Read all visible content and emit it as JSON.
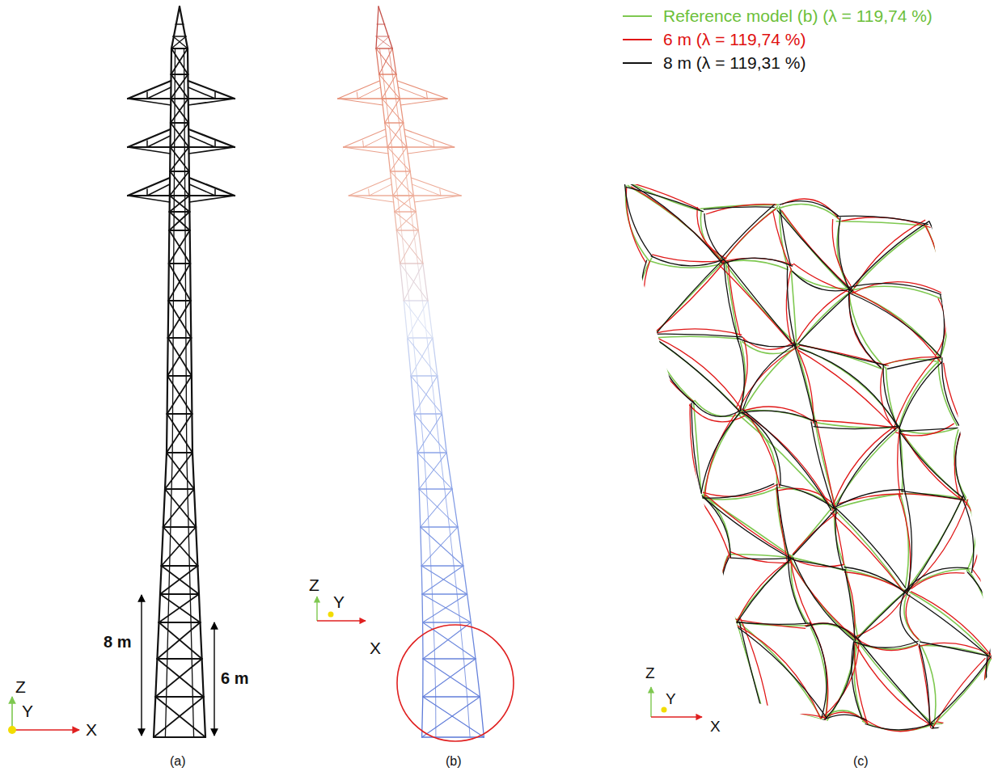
{
  "diagram": {
    "labels": [
      "8 m",
      "6 m",
      "Z",
      "Y",
      "X",
      "(a)",
      "Z",
      "Y",
      "X",
      "(b)",
      "Z",
      "Y",
      "X",
      "(c)"
    ],
    "legend": [
      {
        "text": "Reference model (b) (λ = 119,74 %)"
      },
      {
        "text": "6 m (λ = 119,74 %)"
      },
      {
        "text": "8 m (λ = 119,31 %)"
      }
    ]
  }
}
